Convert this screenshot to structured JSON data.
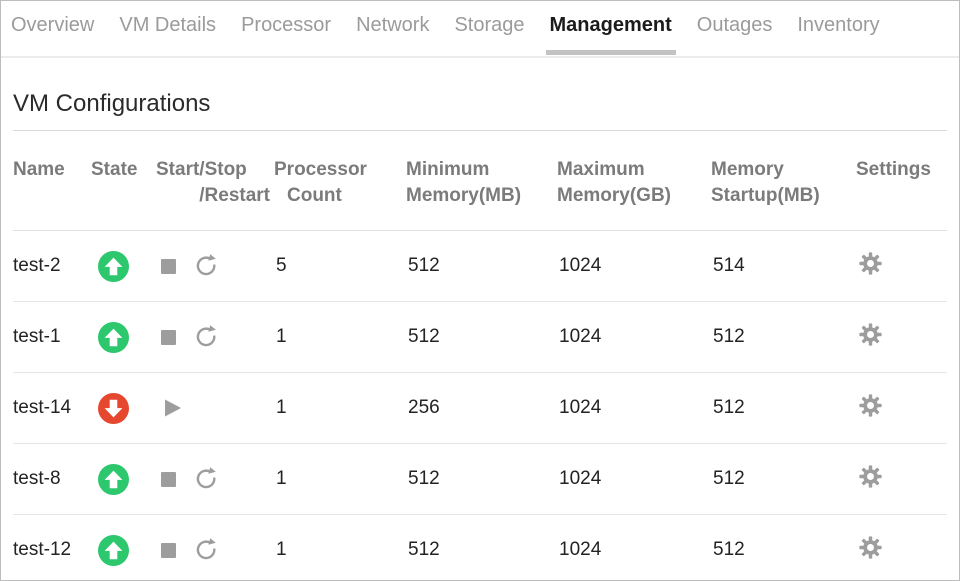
{
  "tabs": {
    "items": [
      {
        "label": "Overview",
        "active": false
      },
      {
        "label": "VM Details",
        "active": false
      },
      {
        "label": "Processor",
        "active": false
      },
      {
        "label": "Network",
        "active": false
      },
      {
        "label": "Storage",
        "active": false
      },
      {
        "label": "Management",
        "active": true
      },
      {
        "label": "Outages",
        "active": false
      },
      {
        "label": "Inventory",
        "active": false
      }
    ]
  },
  "section": {
    "title": "VM Configurations"
  },
  "table": {
    "columns": [
      {
        "line1": "Name",
        "line2": ""
      },
      {
        "line1": "State",
        "line2": ""
      },
      {
        "line1": "Start/Stop",
        "line2": "/Restart"
      },
      {
        "line1": "Processor",
        "line2": "Count"
      },
      {
        "line1": "Minimum",
        "line2": "Memory(MB)"
      },
      {
        "line1": "Maximum",
        "line2": "Memory(GB)"
      },
      {
        "line1": "Memory",
        "line2": "Startup(MB)"
      },
      {
        "line1": "Settings",
        "line2": ""
      }
    ],
    "rows": [
      {
        "name": "test-2",
        "state": "up",
        "actions": [
          "stop",
          "restart"
        ],
        "processor_count": "5",
        "min_memory_mb": "512",
        "max_memory_gb": "1024",
        "memory_startup_mb": "514"
      },
      {
        "name": "test-1",
        "state": "up",
        "actions": [
          "stop",
          "restart"
        ],
        "processor_count": "1",
        "min_memory_mb": "512",
        "max_memory_gb": "1024",
        "memory_startup_mb": "512"
      },
      {
        "name": "test-14",
        "state": "down",
        "actions": [
          "start"
        ],
        "processor_count": "1",
        "min_memory_mb": "256",
        "max_memory_gb": "1024",
        "memory_startup_mb": "512"
      },
      {
        "name": "test-8",
        "state": "up",
        "actions": [
          "stop",
          "restart"
        ],
        "processor_count": "1",
        "min_memory_mb": "512",
        "max_memory_gb": "1024",
        "memory_startup_mb": "512"
      },
      {
        "name": "test-12",
        "state": "up",
        "actions": [
          "stop",
          "restart"
        ],
        "processor_count": "1",
        "min_memory_mb": "512",
        "max_memory_gb": "1024",
        "memory_startup_mb": "512"
      }
    ]
  },
  "icons": {
    "state_up": "green-circle-up-arrow",
    "state_down": "red-circle-down-arrow",
    "stop": "gray-square",
    "restart": "circular-arrow",
    "start": "play-triangle",
    "settings": "gear"
  },
  "colors": {
    "state_up": "#2DC76D",
    "state_down": "#E5482F",
    "icon_gray": "#9D9D9D",
    "active_tab_underline": "#C3C3C3",
    "tab_text": "#9B9B9B",
    "active_tab_text": "#1B1B1B",
    "header_text": "#7B7B7B",
    "body_text": "#232323"
  }
}
